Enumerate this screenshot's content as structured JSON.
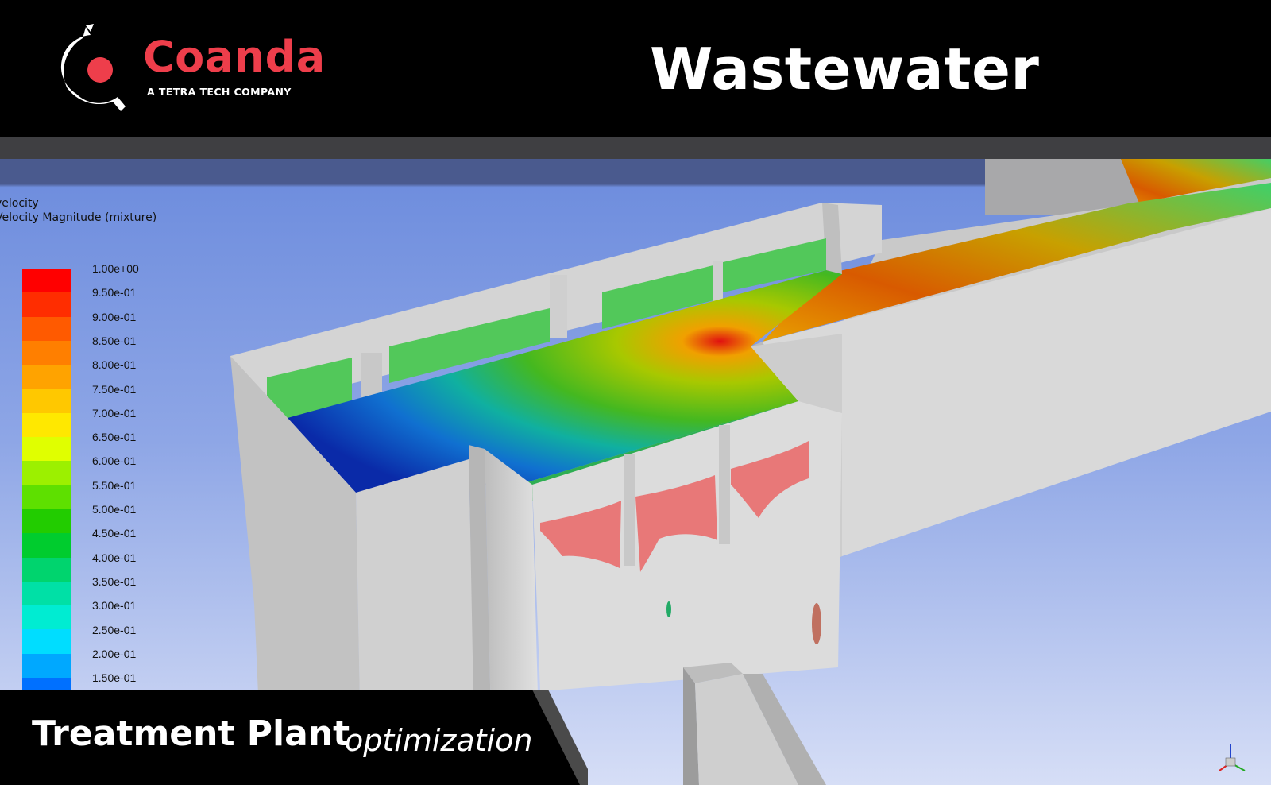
{
  "brand": {
    "name": "Coanda",
    "tagline": "A TETRA TECH COMPANY",
    "accent_color": "#ee3e4b",
    "logo_icon": "coanda-logo-icon"
  },
  "header": {
    "title": "Wastewater"
  },
  "legend": {
    "title_line1": "velocity",
    "title_line2": "Velocity Magnitude (mixture)",
    "labels": [
      "1.00e+00",
      "9.50e-01",
      "9.00e-01",
      "8.50e-01",
      "8.00e-01",
      "7.50e-01",
      "7.00e-01",
      "6.50e-01",
      "6.00e-01",
      "5.50e-01",
      "5.00e-01",
      "4.50e-01",
      "4.00e-01",
      "3.50e-01",
      "3.00e-01",
      "2.50e-01",
      "2.00e-01",
      "1.50e-01"
    ],
    "colors": [
      "#ff0000",
      "#ff2d00",
      "#ff5a00",
      "#ff7f00",
      "#ffa300",
      "#ffc800",
      "#ffe800",
      "#e0ff00",
      "#9cf000",
      "#5ee000",
      "#22cc00",
      "#00cc2e",
      "#00d46e",
      "#00e0a6",
      "#00ecd2",
      "#00ddff",
      "#00a8ff",
      "#0070ff"
    ]
  },
  "footer": {
    "title_strong": "Treatment Plant",
    "title_emphasis": "optimization"
  },
  "axis_triad": {
    "icon": "xyz-axis-icon"
  }
}
